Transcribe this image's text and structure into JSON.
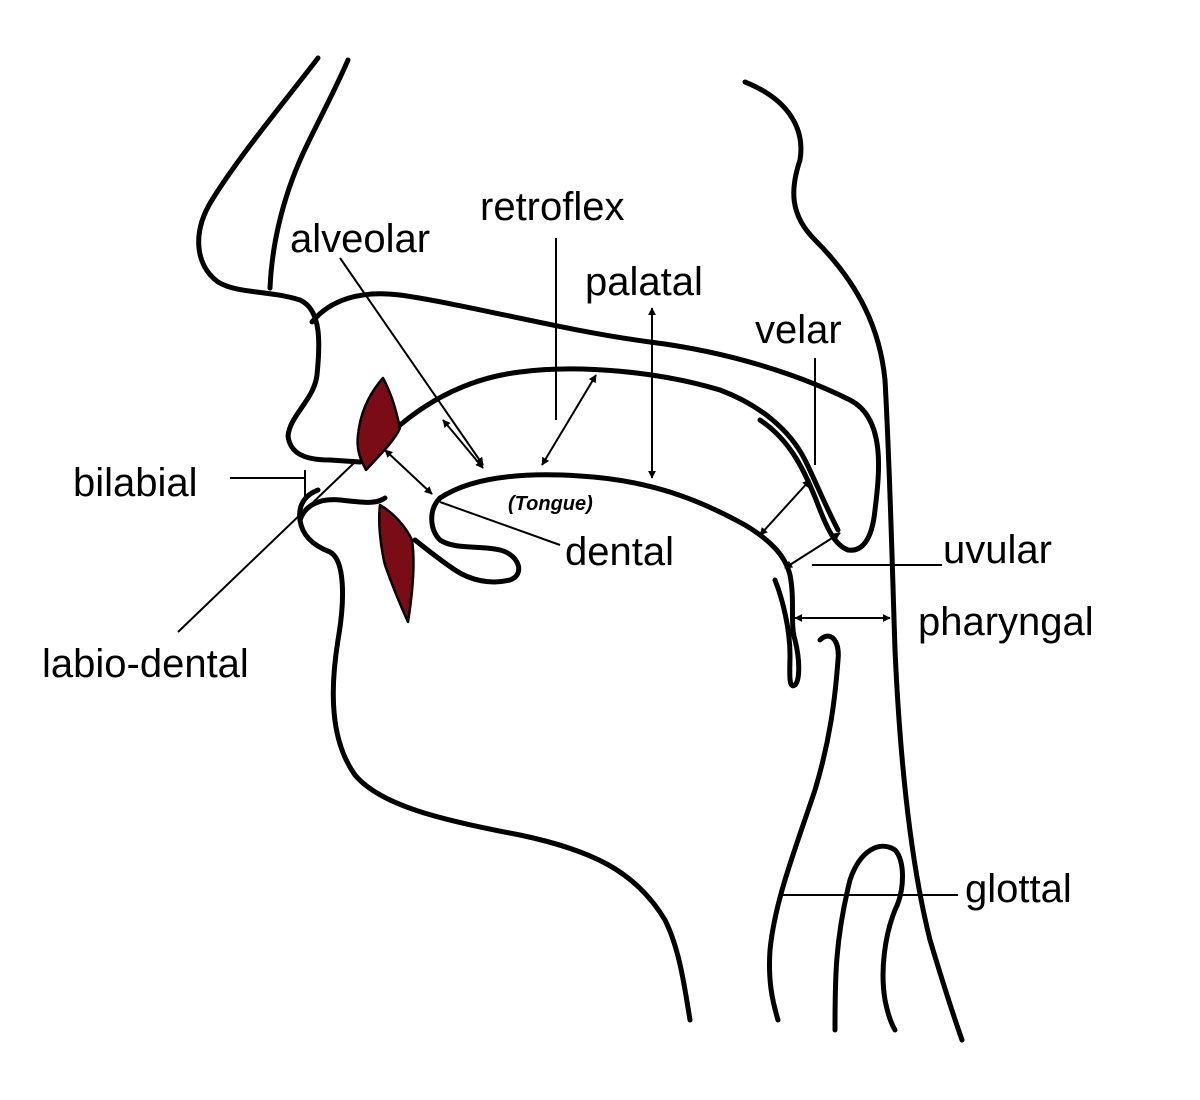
{
  "colors": {
    "teeth": "#7a0c16",
    "outline": "#000000",
    "background": "#ffffff"
  },
  "labels": {
    "retroflex": "retroflex",
    "alveolar": "alveolar",
    "palatal": "palatal",
    "velar": "velar",
    "bilabial": "bilabial",
    "dental": "dental",
    "uvular": "uvular",
    "pharyngal": "pharyngal",
    "labio_dental": "labio-dental",
    "glottal": "glottal",
    "tongue": "(Tongue)"
  }
}
